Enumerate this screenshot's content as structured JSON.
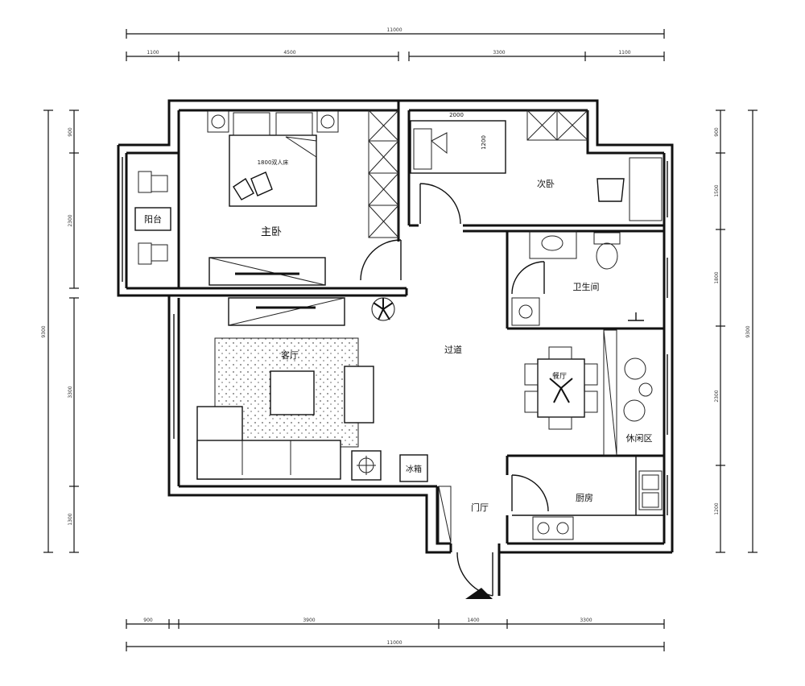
{
  "rooms": {
    "master_bedroom": "主卧",
    "second_bedroom": "次卧",
    "balcony": "阳台",
    "living_room": "客厅",
    "corridor": "过道",
    "bathroom": "卫生间",
    "dining": "餐厅",
    "leisure_area": "休闲区",
    "kitchen": "厨房",
    "entrance": "门厅",
    "refrigerator": "冰箱",
    "double_bed": "1800双人床"
  },
  "furniture_notes": {
    "single_bed_width": "2000",
    "single_bed_depth": "1200"
  },
  "dimensions": {
    "top_total": "11000",
    "top_segments": [
      "1100",
      "4500",
      "3300",
      "1100"
    ],
    "bottom_total": "11000",
    "bottom_segments": [
      "900",
      "3900",
      "1400",
      "3300"
    ],
    "left_total": "9300",
    "left_segments": [
      "900",
      "2300",
      "3300",
      "1300"
    ],
    "right_total": "9300",
    "right_segments": [
      "900",
      "1500",
      "1800",
      "2300",
      "1200"
    ]
  }
}
